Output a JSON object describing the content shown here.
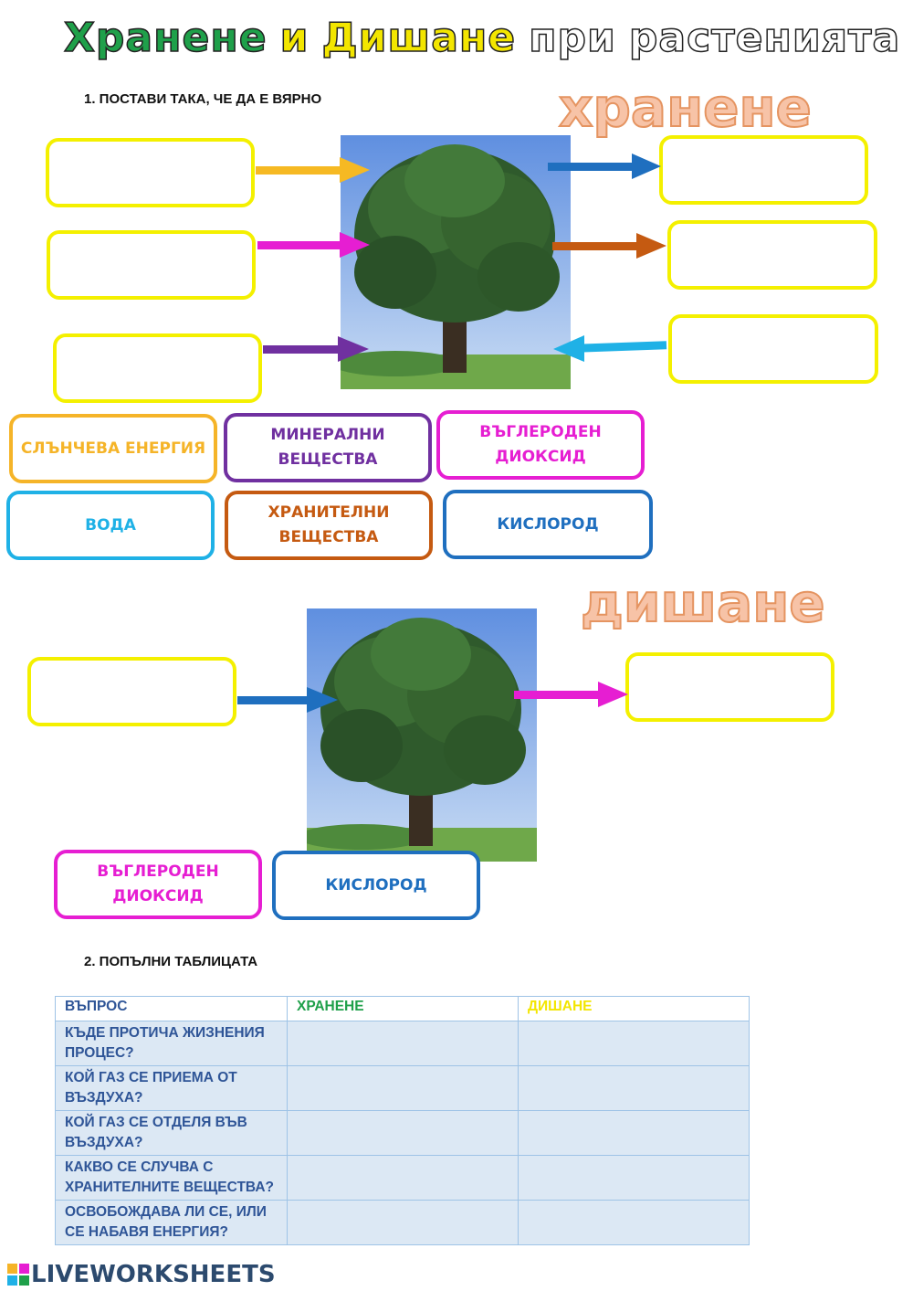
{
  "title": {
    "part1": "Хранене",
    "part2": "и",
    "part3": "Дишане",
    "part4": "при",
    "part5": "растенията"
  },
  "section1": {
    "heading": "1.    ПОСТАВИ ТАКА, ЧЕ ДА Е ВЯРНО",
    "word": "хранене",
    "words": [
      {
        "label": "СЛЪНЧЕВА ЕНЕРГИЯ",
        "color": "#f5b428"
      },
      {
        "label": "МИНЕРАЛНИ ВЕЩЕСТВА",
        "color": "#7030a0"
      },
      {
        "label": "ВЪГЛЕРОДЕН ДИОКСИД",
        "color": "#e61ed2"
      },
      {
        "label": "ВОДА",
        "color": "#1fb1e6"
      },
      {
        "label": "ХРАНИТЕЛНИ ВЕЩЕСТВА",
        "color": "#c55a11"
      },
      {
        "label": "КИСЛОРОД",
        "color": "#1f6fbf"
      }
    ]
  },
  "section_breathing": {
    "word": "дишане",
    "words": [
      {
        "label": "ВЪГЛЕРОДЕН ДИОКСИД",
        "color": "#e61ed2"
      },
      {
        "label": "КИСЛОРОД",
        "color": "#1f6fbf"
      }
    ]
  },
  "section2": {
    "heading": "2.    ПОПЪЛНИ ТАБЛИЦАТА",
    "columns": [
      {
        "label": "ВЪПРОС",
        "color": "#2f5597"
      },
      {
        "label": "ХРАНЕНЕ",
        "color": "#1fa04a"
      },
      {
        "label": "ДИШАНЕ",
        "color": "#f3e600"
      }
    ],
    "rows": [
      "КЪДЕ ПРОТИЧА ЖИЗНЕНИЯ ПРОЦЕС?",
      "КОЙ ГАЗ СЕ ПРИЕМА ОТ ВЪЗДУХА?",
      "КОЙ ГАЗ СЕ ОТДЕЛЯ ВЪВ ВЪЗДУХА?",
      "КАКВО СЕ СЛУЧВА С ХРАНИТЕЛНИТЕ ВЕЩЕСТВА?",
      "ОСВОБОЖДАВА ЛИ СЕ, ИЛИ СЕ НАБАВЯ ЕНЕРГИЯ?"
    ]
  },
  "footer": {
    "brand": "LIVEWORKSHEETS"
  },
  "icons": {
    "tree": "tree-image",
    "arrow": "arrow-icon",
    "logo": "liveworksheets-logo-icon"
  }
}
